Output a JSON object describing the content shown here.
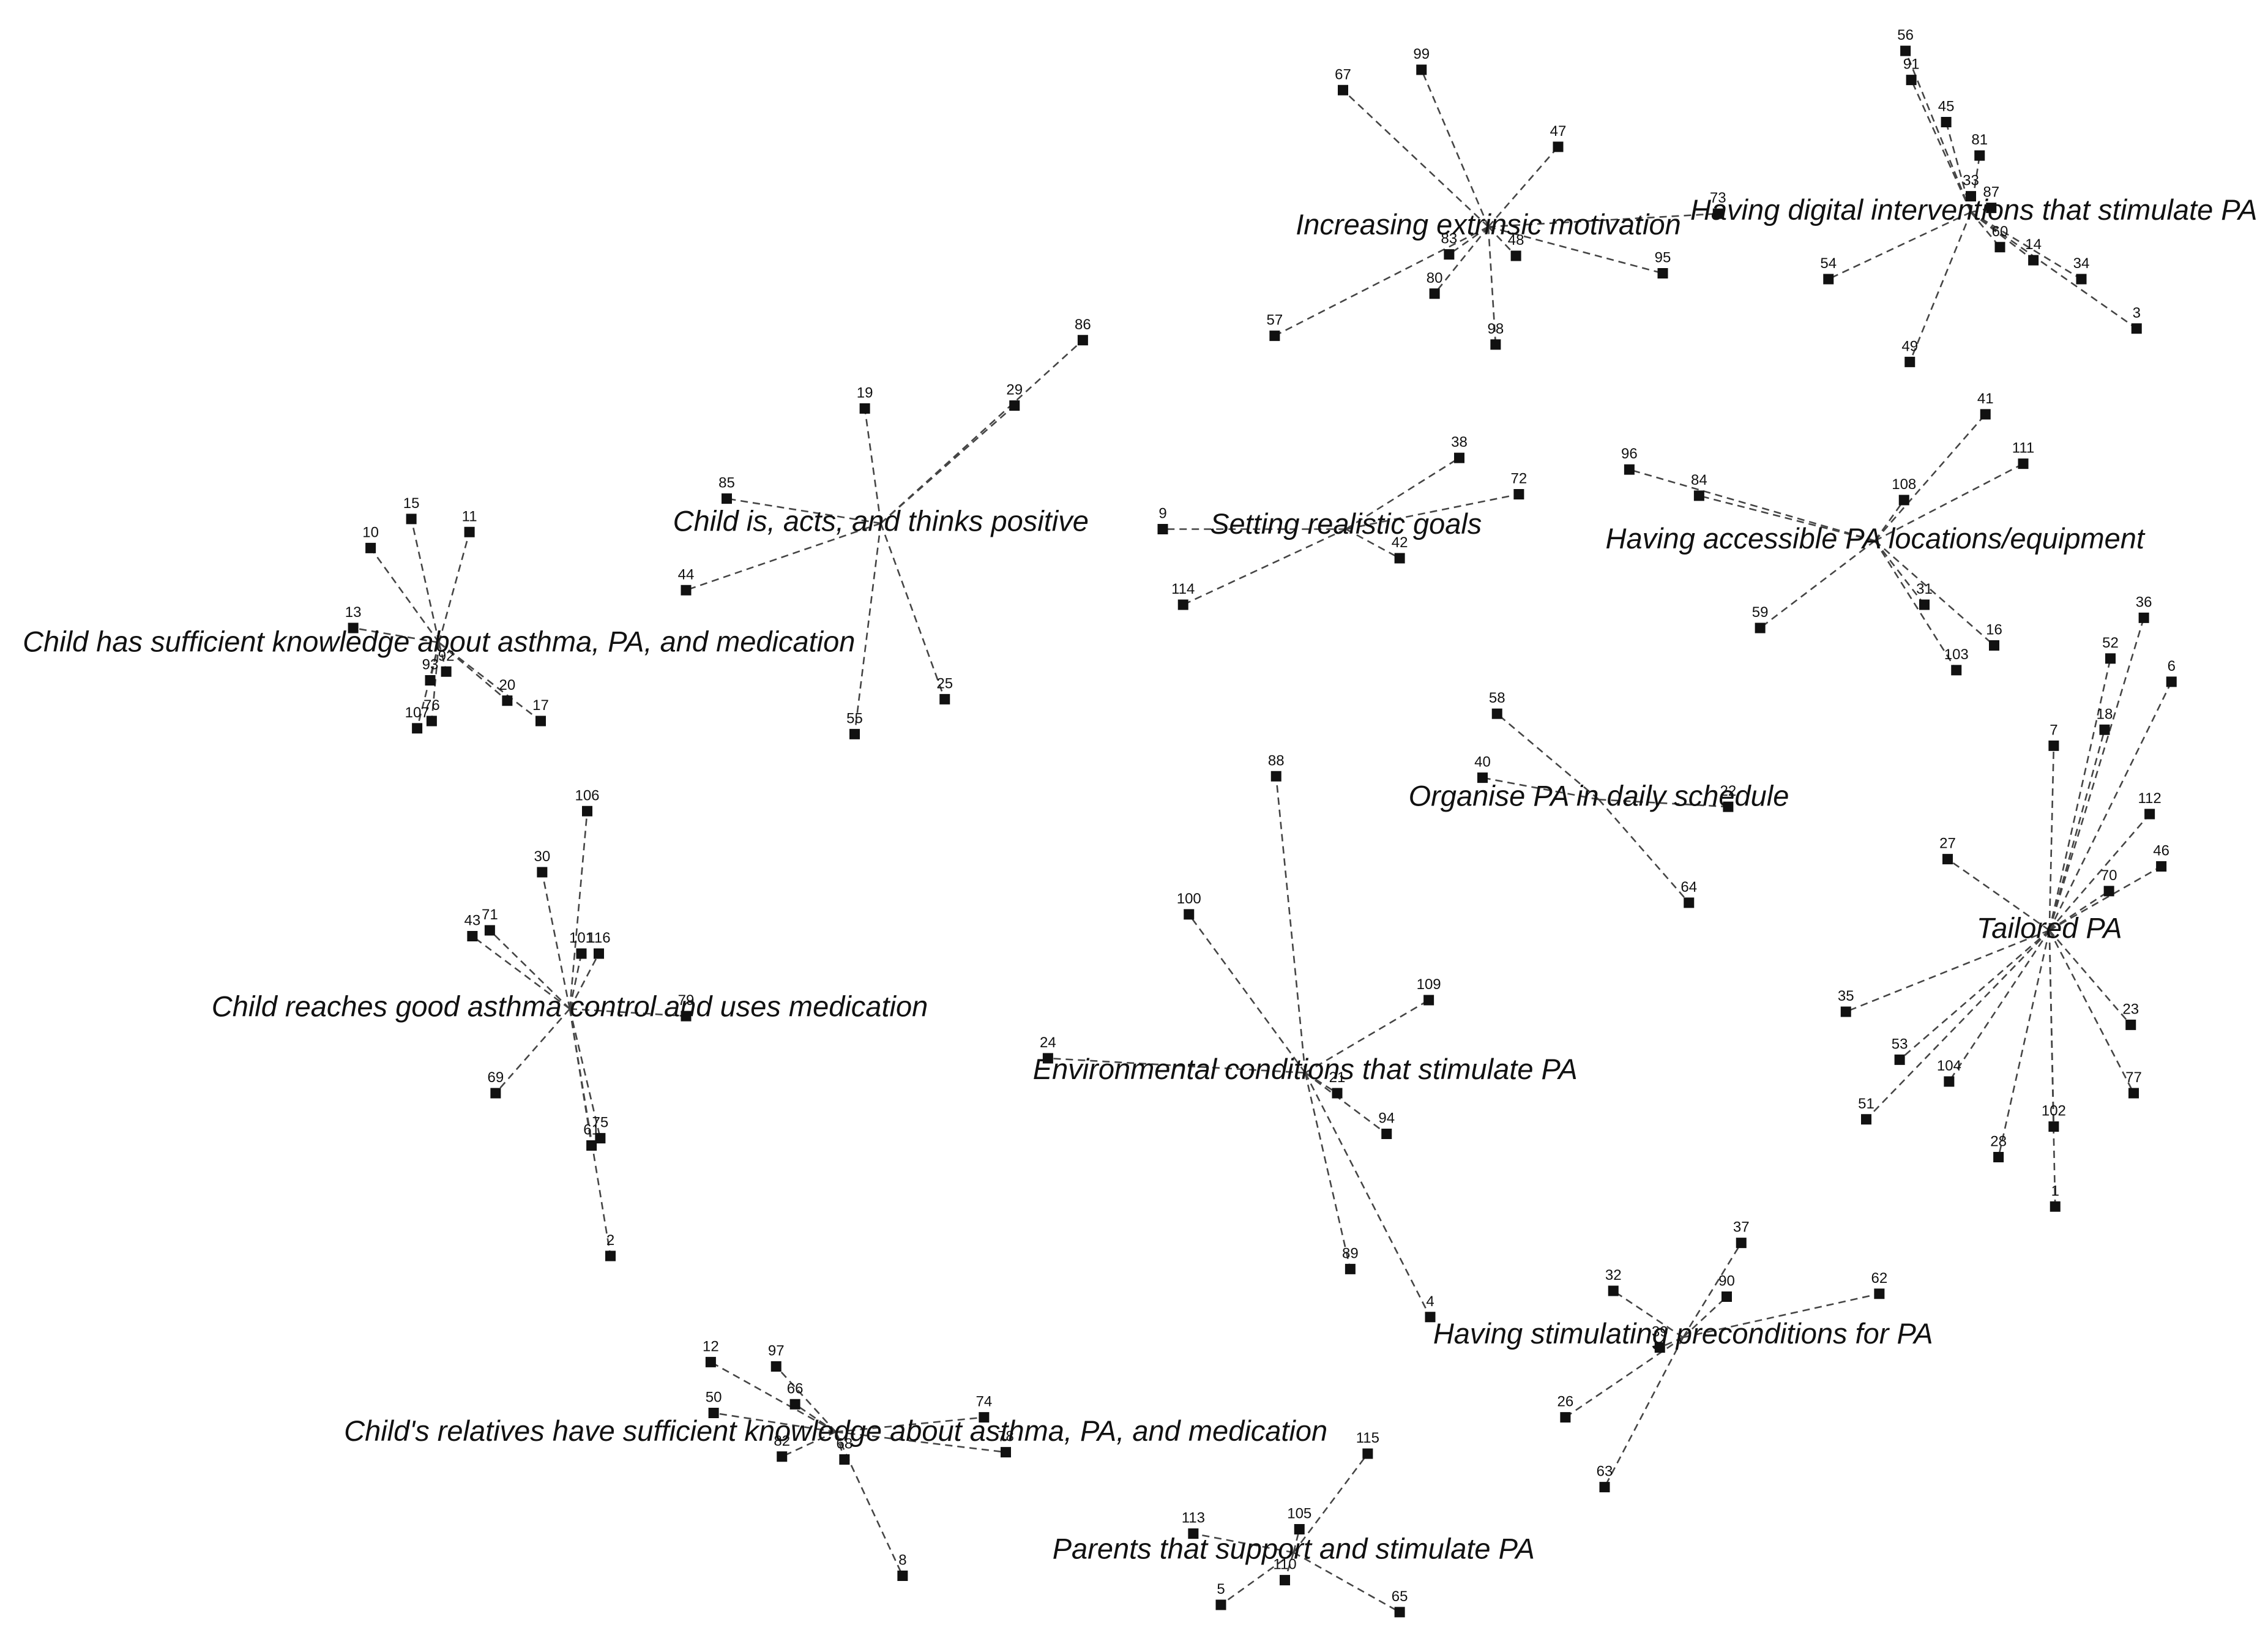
{
  "clusters": [
    {
      "label": "Increasing extrinsic motivation",
      "nodes": [
        "67",
        "99",
        "47",
        "73",
        "83",
        "48",
        "95",
        "80",
        "57",
        "98"
      ]
    },
    {
      "label": "Having digital interventions that stimulate PA",
      "nodes": [
        "56",
        "91",
        "45",
        "81",
        "33",
        "87",
        "60",
        "14",
        "34",
        "54",
        "49",
        "3"
      ]
    },
    {
      "label": "Child is, acts, and thinks positive",
      "nodes": [
        "86",
        "19",
        "29",
        "85",
        "44",
        "25",
        "55"
      ]
    },
    {
      "label": "Setting realistic goals",
      "nodes": [
        "38",
        "72",
        "9",
        "42",
        "114"
      ]
    },
    {
      "label": "Having accessible PA locations/equipment",
      "nodes": [
        "41",
        "111",
        "96",
        "84",
        "108",
        "31",
        "16",
        "59",
        "103"
      ]
    },
    {
      "label": "Child has sufficient knowledge about asthma, PA, and medication",
      "nodes": [
        "15",
        "11",
        "10",
        "13",
        "92",
        "93",
        "20",
        "17",
        "107",
        "76"
      ]
    },
    {
      "label": "Organise PA in daily schedule",
      "nodes": [
        "58",
        "40",
        "22",
        "64"
      ]
    },
    {
      "label": "Tailored PA",
      "nodes": [
        "36",
        "52",
        "6",
        "18",
        "7",
        "112",
        "46",
        "70",
        "27",
        "35",
        "23",
        "53",
        "104",
        "77",
        "51",
        "102",
        "28",
        "1"
      ]
    },
    {
      "label": "Child reaches good asthma control and uses medication",
      "nodes": [
        "106",
        "30",
        "43",
        "71",
        "101",
        "116",
        "79",
        "69",
        "75",
        "61",
        "2"
      ]
    },
    {
      "label": "Environmental conditions that stimulate PA",
      "nodes": [
        "88",
        "100",
        "109",
        "24",
        "21",
        "94",
        "89",
        "4"
      ]
    },
    {
      "label": "Having stimulating preconditions for PA",
      "nodes": [
        "37",
        "32",
        "90",
        "62",
        "39",
        "26",
        "63"
      ]
    },
    {
      "label": "Child's relatives have sufficient knowledge about asthma, PA, and medication",
      "nodes": [
        "12",
        "97",
        "66",
        "50",
        "74",
        "82",
        "68",
        "78",
        "8"
      ]
    },
    {
      "label": "Parents that support and stimulate PA",
      "nodes": [
        "115",
        "113",
        "105",
        "110",
        "5",
        "65"
      ]
    }
  ]
}
